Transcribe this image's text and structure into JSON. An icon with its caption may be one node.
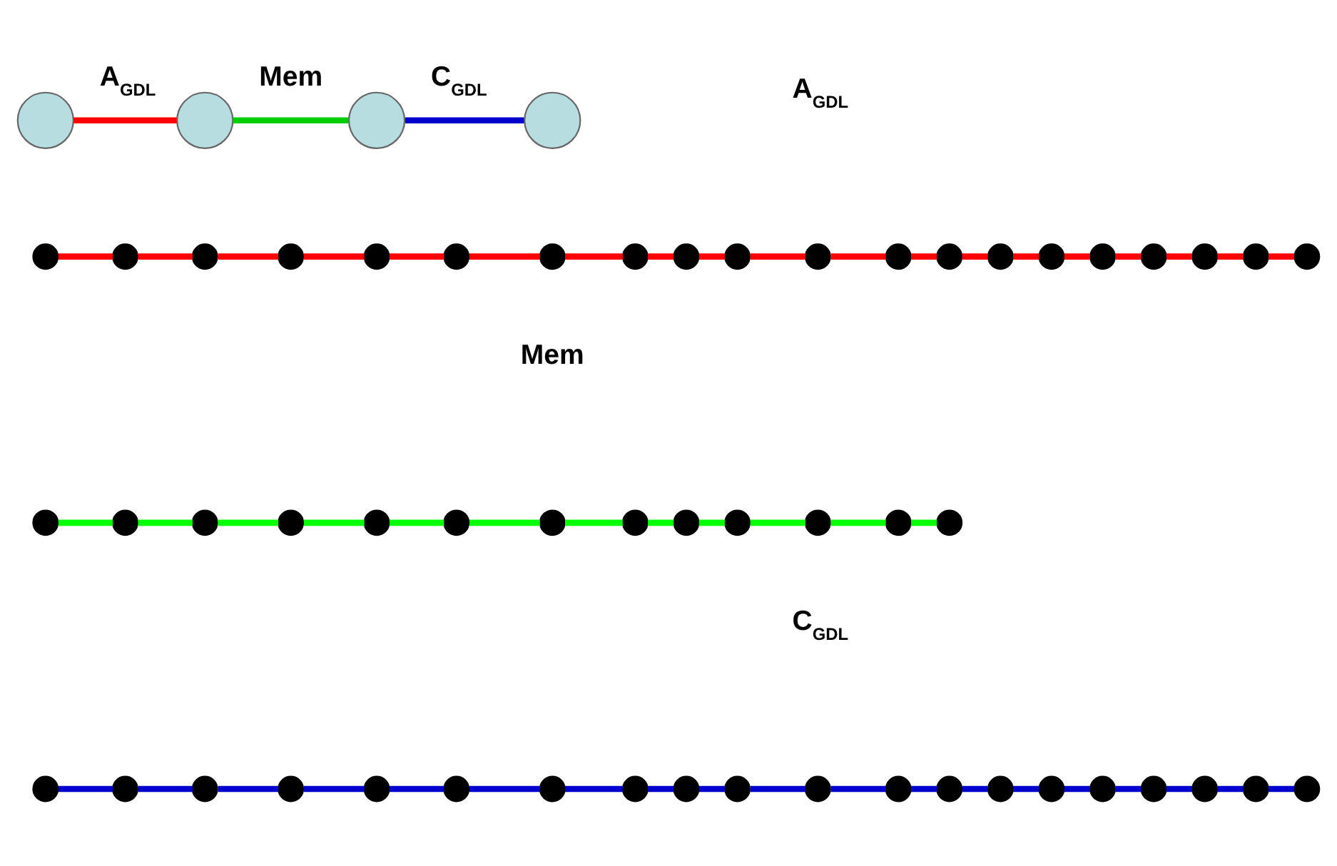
{
  "diagram": {
    "nodes": [
      {
        "text": [],
        "shape": "circle"
      },
      {
        "text": [],
        "shape": "circle"
      },
      {
        "text": [],
        "shape": "circle"
      },
      {
        "text": [],
        "shape": "circle"
      },
      {
        "text": [],
        "shape": "circle"
      },
      {
        "text": [],
        "shape": "circle"
      },
      {
        "text": [],
        "shape": "circle"
      },
      {
        "text": [],
        "shape": "circle"
      },
      {
        "text": [],
        "shape": "circle"
      },
      {
        "text": [],
        "shape": "circle"
      },
      {
        "text": [],
        "shape": "circle"
      },
      {
        "text": [],
        "shape": "circle"
      },
      {
        "text": [],
        "shape": "circle"
      },
      {
        "text": [],
        "shape": "circle"
      },
      {
        "text": [],
        "shape": "circle"
      },
      {
        "text": [],
        "shape": "circle"
      },
      {
        "text": [],
        "shape": "circle"
      },
      {
        "text": [],
        "shape": "circle"
      },
      {
        "text": [],
        "shape": "circle"
      },
      {
        "text": [],
        "shape": "circle"
      },
      {
        "text": [],
        "shape": "circle"
      },
      {
        "text": [],
        "shape": "circle"
      },
      {
        "text": [],
        "shape": "circle"
      },
      {
        "text": [],
        "shape": "circle"
      },
      {
        "text": [],
        "shape": "circle"
      },
      {
        "text": [],
        "shape": "circle"
      },
      {
        "text": [],
        "shape": "circle"
      },
      {
        "text": [],
        "shape": "circle"
      },
      {
        "text": [],
        "shape": "circle"
      },
      {
        "text": [],
        "shape": "circle"
      },
      {
        "text": [],
        "shape": "circle"
      },
      {
        "text": [],
        "shape": "circle"
      },
      {
        "text": [],
        "shape": "circle"
      },
      {
        "text": [],
        "shape": "circle"
      },
      {
        "text": [],
        "shape": "circle"
      },
      {
        "text": [],
        "shape": "circle"
      },
      {
        "text": [],
        "shape": "circle"
      },
      {
        "text": [],
        "shape": "circle"
      },
      {
        "text": [],
        "shape": "circle"
      },
      {
        "text": [],
        "shape": "circle"
      },
      {
        "text": [],
        "shape": "circle"
      },
      {
        "text": [],
        "shape": "circle"
      },
      {
        "text": [],
        "shape": "circle"
      },
      {
        "text": [],
        "shape": "circle"
      },
      {
        "text": [],
        "shape": "circle"
      },
      {
        "text": [],
        "shape": "circle"
      },
      {
        "text": [],
        "shape": "circle"
      },
      {
        "text": [],
        "shape": "circle"
      },
      {
        "text": [],
        "shape": "circle"
      },
      {
        "text": [],
        "shape": "circle"
      },
      {
        "text": [],
        "shape": "circle"
      },
      {
        "text": [],
        "shape": "circle"
      },
      {
        "text": [],
        "shape": "circle"
      },
      {
        "text": [],
        "shape": "circle"
      },
      {
        "text": [],
        "shape": "circle"
      },
      {
        "text": [],
        "shape": "circle"
      },
      {
        "text": [],
        "shape": "circle"
      }
    ],
    "edges": [
      {
        "from": 0,
        "to": 1,
        "arrow": "none",
        "label": "A$_{GDL}$",
        "color": "#ff0000"
      },
      {
        "from": 1,
        "to": 2,
        "arrow": "none",
        "label": "Mem",
        "color": "#00cc00"
      },
      {
        "from": 2,
        "to": 3,
        "arrow": "none",
        "label": "C$_{GDL}$",
        "color": "#0000cc"
      },
      {
        "from": 4,
        "to": 5,
        "arrow": "none",
        "color": "#ff0000"
      },
      {
        "from": 5,
        "to": 6,
        "arrow": "none",
        "color": "#ff0000"
      },
      {
        "from": 6,
        "to": 7,
        "arrow": "none",
        "color": "#ff0000"
      },
      {
        "from": 7,
        "to": 8,
        "arrow": "none",
        "color": "#ff0000"
      },
      {
        "from": 8,
        "to": 9,
        "arrow": "none",
        "color": "#ff0000"
      },
      {
        "from": 9,
        "to": 10,
        "arrow": "none",
        "color": "#ff0000"
      },
      {
        "from": 10,
        "to": 11,
        "arrow": "none",
        "color": "#ff0000"
      },
      {
        "from": 11,
        "to": 12,
        "arrow": "none",
        "color": "#ff0000"
      },
      {
        "from": 12,
        "to": 13,
        "arrow": "none",
        "color": "#ff0000"
      },
      {
        "from": 13,
        "to": 14,
        "arrow": "none",
        "color": "#ff0000"
      },
      {
        "from": 14,
        "to": 15,
        "arrow": "none",
        "color": "#ff0000"
      },
      {
        "from": 15,
        "to": 16,
        "arrow": "none",
        "color": "#ff0000"
      },
      {
        "from": 16,
        "to": 17,
        "arrow": "none",
        "color": "#ff0000"
      },
      {
        "from": 17,
        "to": 18,
        "arrow": "none",
        "color": "#ff0000"
      },
      {
        "from": 18,
        "to": 19,
        "arrow": "none",
        "color": "#ff0000"
      },
      {
        "from": 19,
        "to": 20,
        "arrow": "none",
        "color": "#ff0000"
      },
      {
        "from": 20,
        "to": 21,
        "arrow": "none",
        "color": "#ff0000"
      },
      {
        "from": 21,
        "to": 22,
        "arrow": "none",
        "color": "#ff0000"
      },
      {
        "from": 22,
        "to": 23,
        "arrow": "none",
        "color": "#ff0000"
      },
      {
        "from": 24,
        "to": 25,
        "arrow": "none",
        "color": "#00ff00"
      },
      {
        "from": 25,
        "to": 26,
        "arrow": "none",
        "color": "#00ff00"
      },
      {
        "from": 26,
        "to": 27,
        "arrow": "none",
        "color": "#00ff00"
      },
      {
        "from": 27,
        "to": 28,
        "arrow": "none",
        "color": "#00ff00"
      },
      {
        "from": 28,
        "to": 29,
        "arrow": "none",
        "color": "#00ff00"
      },
      {
        "from": 29,
        "to": 30,
        "arrow": "none",
        "color": "#00ff00"
      },
      {
        "from": 30,
        "to": 31,
        "arrow": "none",
        "color": "#00ff00"
      },
      {
        "from": 31,
        "to": 32,
        "arrow": "none",
        "color": "#00ff00"
      },
      {
        "from": 32,
        "to": 33,
        "arrow": "none",
        "color": "#00ff00"
      },
      {
        "from": 33,
        "to": 34,
        "arrow": "none",
        "color": "#00ff00"
      },
      {
        "from": 34,
        "to": 35,
        "arrow": "none",
        "color": "#00ff00"
      },
      {
        "from": 35,
        "to": 36,
        "arrow": "none",
        "color": "#00ff00"
      },
      {
        "from": 37,
        "to": 38,
        "arrow": "none",
        "color": "#0000cc"
      },
      {
        "from": 38,
        "to": 39,
        "arrow": "none",
        "color": "#0000cc"
      },
      {
        "from": 39,
        "to": 40,
        "arrow": "none",
        "color": "#0000cc"
      },
      {
        "from": 40,
        "to": 41,
        "arrow": "none",
        "color": "#0000cc"
      },
      {
        "from": 41,
        "to": 42,
        "arrow": "none",
        "color": "#0000cc"
      },
      {
        "from": 42,
        "to": 43,
        "arrow": "none",
        "color": "#0000cc"
      },
      {
        "from": 43,
        "to": 44,
        "arrow": "none",
        "color": "#0000cc"
      },
      {
        "from": 44,
        "to": 45,
        "arrow": "none",
        "color": "#0000cc"
      },
      {
        "from": 45,
        "to": 46,
        "arrow": "none",
        "color": "#0000cc"
      },
      {
        "from": 46,
        "to": 47,
        "arrow": "none",
        "color": "#0000cc"
      },
      {
        "from": 47,
        "to": 48,
        "arrow": "none",
        "color": "#0000cc"
      },
      {
        "from": 48,
        "to": 49,
        "arrow": "none",
        "color": "#0000cc"
      },
      {
        "from": 49,
        "to": 50,
        "arrow": "none",
        "color": "#0000cc"
      },
      {
        "from": 50,
        "to": 51,
        "arrow": "none",
        "color": "#0000cc"
      },
      {
        "from": 51,
        "to": 52,
        "arrow": "none",
        "color": "#0000cc"
      },
      {
        "from": 52,
        "to": 53,
        "arrow": "none",
        "color": "#0000cc"
      },
      {
        "from": 53,
        "to": 54,
        "arrow": "none",
        "color": "#0000cc"
      },
      {
        "from": 54,
        "to": 55,
        "arrow": "none",
        "color": "#0000cc"
      },
      {
        "from": 55,
        "to": 56,
        "arrow": "none",
        "color": "#0000cc"
      }
    ],
    "labels": [
      "A$_{GDL}$",
      "Mem",
      "C$_{GDL}$"
    ]
  }
}
